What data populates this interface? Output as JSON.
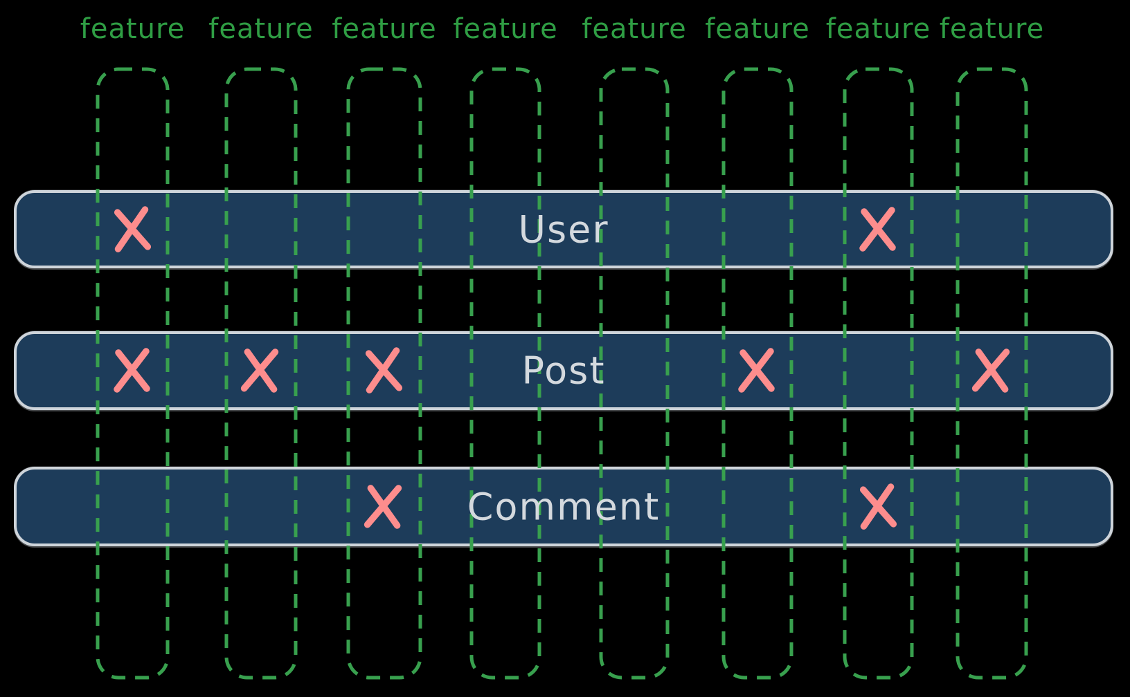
{
  "diagram": {
    "column_labels": [
      "feature",
      "feature",
      "feature",
      "feature",
      "feature",
      "feature",
      "feature",
      "feature"
    ],
    "rows": [
      {
        "label": "User",
        "marked_columns": [
          1,
          7
        ]
      },
      {
        "label": "Post",
        "marked_columns": [
          1,
          2,
          3,
          6,
          8
        ]
      },
      {
        "label": "Comment",
        "marked_columns": [
          3,
          7
        ]
      }
    ],
    "mark_icon": "x-mark"
  },
  "colors": {
    "background": "#000000",
    "feature_label_green": "#2f9e44",
    "column_dash_green": "#38a04e",
    "bar_fill": "#1d3c5a",
    "bar_border": "#ced4da",
    "entity_label_gray": "#d4d9de",
    "x_mark_salmon": "#fd8d8d"
  }
}
